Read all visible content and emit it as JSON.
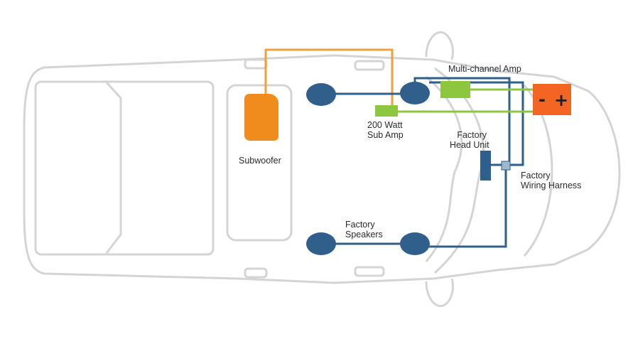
{
  "labels": {
    "subwoofer": "Subwoofer",
    "sub_amp_line1": "200 Watt",
    "sub_amp_line2": "Sub Amp",
    "multi_amp": "Multi-channel Amp",
    "head_unit_line1": "Factory",
    "head_unit_line2": "Head Unit",
    "harness_line1": "Factory",
    "harness_line2": "Wiring Harness",
    "speakers_line1": "Factory",
    "speakers_line2": "Speakers"
  },
  "battery": {
    "minus": "-",
    "plus": "+"
  },
  "colors": {
    "car_outline": "#d4d4d4",
    "orange_wire": "#f0a03c",
    "subwoofer": "#f08c1e",
    "blue_wire": "#2f5f8a",
    "speaker": "#2f5f8a",
    "green": "#8dc63f",
    "battery": "#f26522"
  }
}
